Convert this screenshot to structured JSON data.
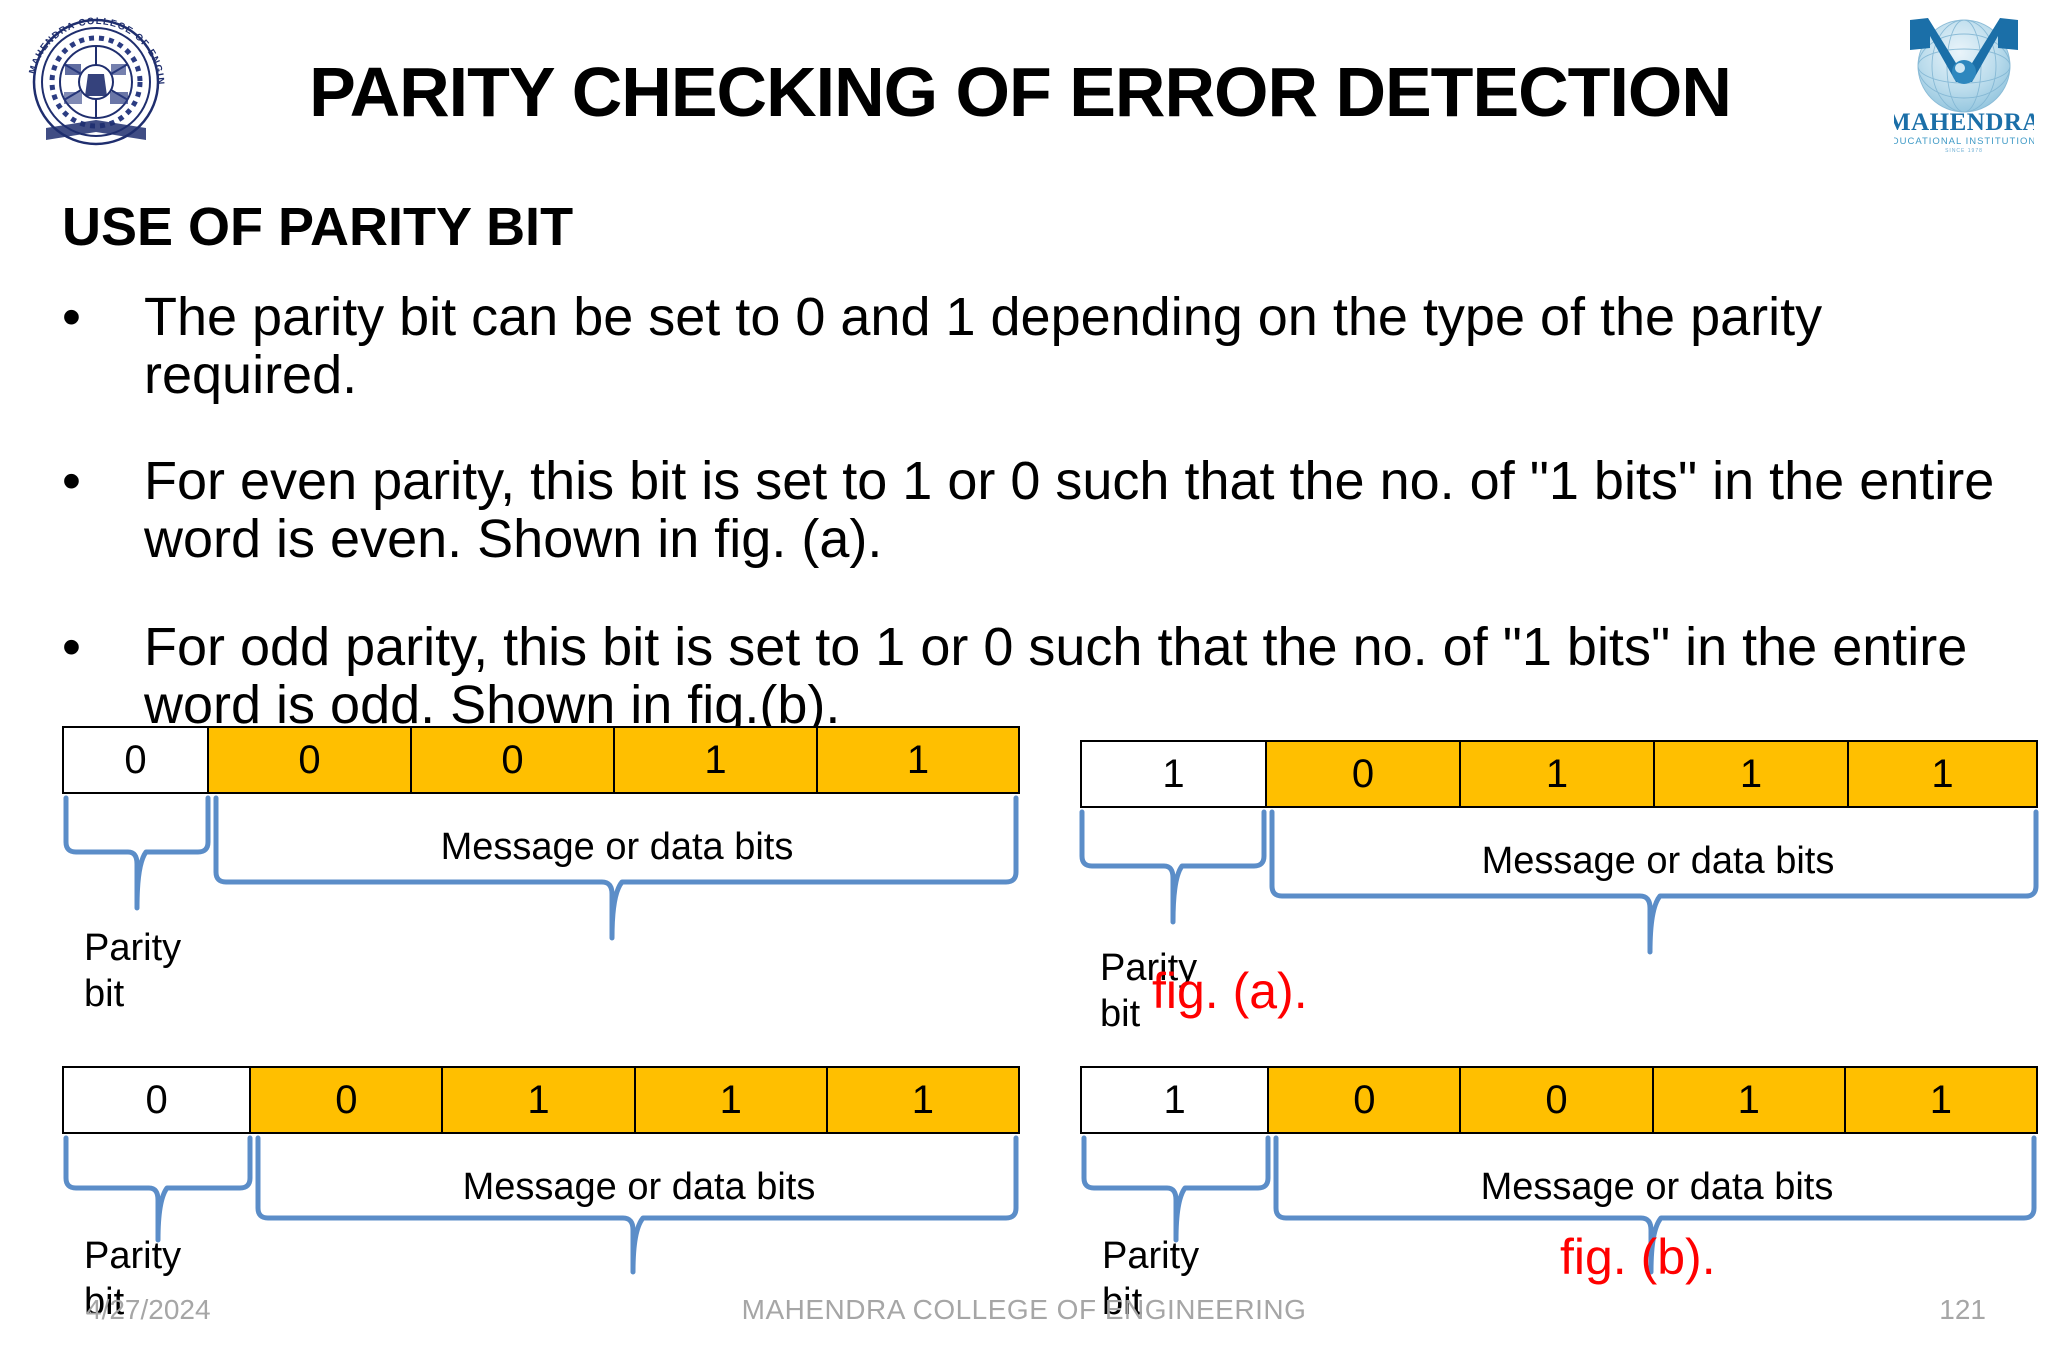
{
  "header": {
    "title": "PARITY CHECKING OF ERROR DETECTION",
    "logo_left_name": "mahendra-college-of-engineering-seal",
    "logo_left_text": "MAHENDRA COLLEGE OF ENGINEERING",
    "logo_right_name": "mahendra-educational-institutions-logo",
    "logo_right_text": "MAHENDRA",
    "logo_right_subtext": "EDUCATIONAL INSTITUTIONS",
    "logo_right_since": "SINCE 1978"
  },
  "body": {
    "section_heading": "USE OF PARITY BIT",
    "bullet_marker": "•",
    "bullets": [
      "The parity bit can be set to 0 and 1 depending on the type of the parity required.",
      "For even parity, this bit is set to 1 or 0 such that the no. of \"1 bits\" in the entire word is even. Shown in fig. (a).",
      "For odd parity, this bit is set to 1 or 0 such that the no. of \"1 bits\" in the entire word is odd. Shown in fig.(b)."
    ]
  },
  "diagram": {
    "message_label": "Message or data bits",
    "parity_label_line1": "Parity",
    "parity_label_line2": "bit",
    "fig_a_caption": "fig. (a).",
    "fig_b_caption": "fig. (b).",
    "colors": {
      "data_cell": "#FFBF00",
      "parity_cell": "#FFFFFF",
      "brace": "#5B8DC8",
      "caption": "#FF0000",
      "border": "#000000"
    },
    "tables": [
      {
        "id": "even-parity-example-1",
        "parity_bit": "0",
        "data_bits": [
          "0",
          "0",
          "1",
          "1"
        ]
      },
      {
        "id": "odd-parity-example-1",
        "parity_bit": "1",
        "data_bits": [
          "0",
          "1",
          "1",
          "1"
        ]
      },
      {
        "id": "even-parity-example-2",
        "parity_bit": "0",
        "data_bits": [
          "0",
          "1",
          "1",
          "1"
        ]
      },
      {
        "id": "odd-parity-example-2",
        "parity_bit": "1",
        "data_bits": [
          "0",
          "0",
          "1",
          "1"
        ]
      }
    ]
  },
  "footer": {
    "date": "4/27/2024",
    "center": "MAHENDRA COLLEGE OF ENGINEERING",
    "page_number": "121"
  }
}
